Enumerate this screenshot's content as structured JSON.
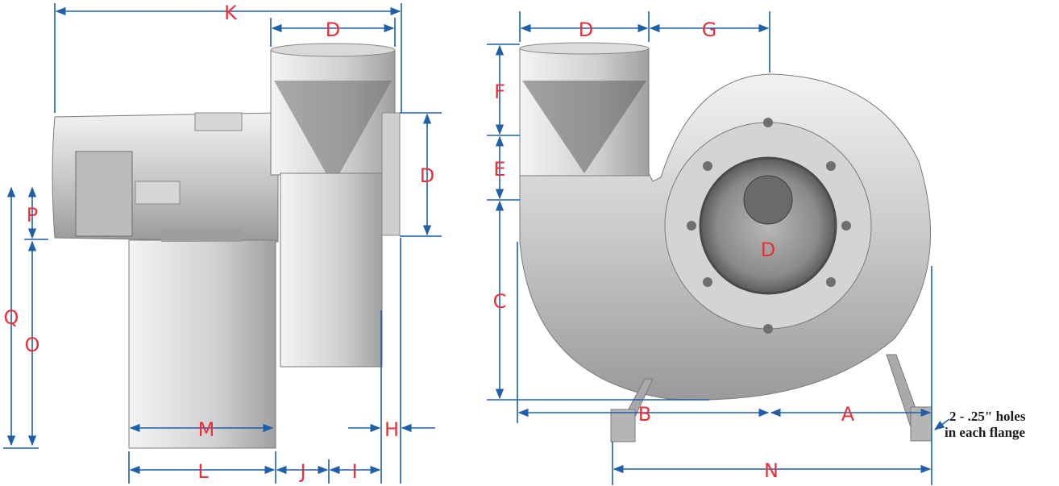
{
  "colors": {
    "dimension_line": "#1f5ea8",
    "label": "#e8303a",
    "steel_light": "#e4e4e4",
    "steel_dark": "#8e8e8e"
  },
  "side_view": {
    "labels": {
      "K": "K",
      "D_top": "D",
      "D_side": "D",
      "P": "P",
      "Q": "Q",
      "O": "O",
      "M": "M",
      "L": "L",
      "J": "J",
      "I": "I",
      "H": "H"
    }
  },
  "front_view": {
    "labels": {
      "D_top": "D",
      "G": "G",
      "F": "F",
      "E": "E",
      "C": "C",
      "D_center": "D",
      "B": "B",
      "A": "A",
      "N": "N"
    },
    "note_line1": "2 - .25\" holes",
    "note_line2": "in each flange"
  }
}
